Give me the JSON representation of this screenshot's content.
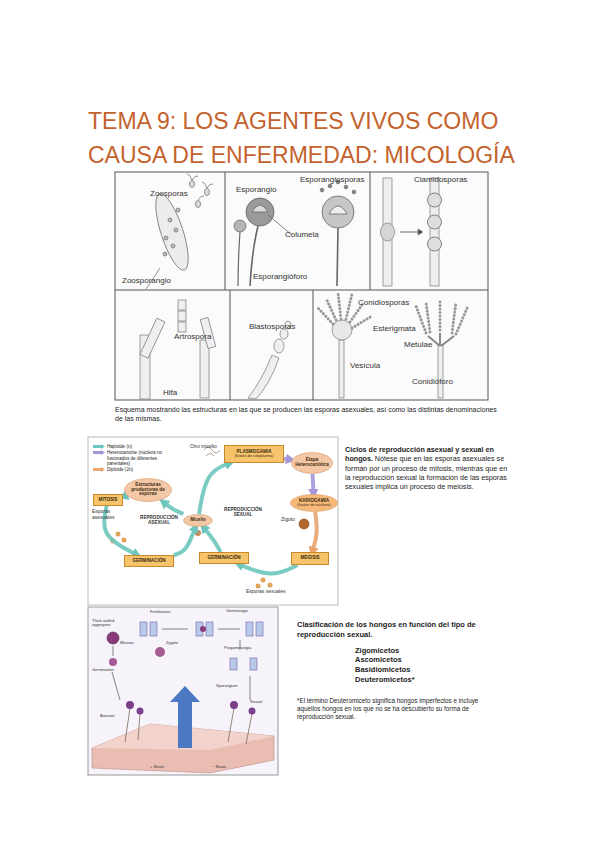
{
  "diagram": {
    "title": "TEMA 9: LOS AGENTES VIVOS COMO CAUSA DE ENFERMEDAD: MICOLOGÍA",
    "caption": "Esquema mostrando las estructuras en las que se producen las esporas asexuales, así como las distintas denominaciones de las mismas.",
    "nodes": [
      {
        "text": [
          "PLASMOGAMIA",
          "(fusión de citoplasma)"
        ]
      },
      {
        "text": [
          "Etapa Heterocariótica"
        ]
      },
      {
        "text": [
          "KARIOGAMIA",
          "(fusión de núcleos)"
        ]
      },
      {
        "text": [
          "MEIOSIS"
        ]
      },
      {
        "text": [
          "GERMINACIÓN"
        ]
      },
      {
        "text": [
          "Micelio"
        ]
      },
      {
        "text": [
          "GERMINACIÓN"
        ]
      },
      {
        "text": [
          "Estructuras productoras de esporas"
        ]
      },
      {
        "text": [
          "MITOSIS"
        ]
      }
    ],
    "edges": [
      {
        "from": 5,
        "to": 7,
        "arrow": "to"
      },
      {
        "from": 7,
        "to": 8,
        "arrow": "to"
      },
      {
        "from": 8,
        "to": 6,
        "arrow": "to"
      },
      {
        "from": 6,
        "to": 5,
        "arrow": "to"
      },
      {
        "from": 5,
        "to": 0,
        "arrow": "to"
      },
      {
        "from": 0,
        "to": 1,
        "arrow": "to"
      },
      {
        "from": 1,
        "to": 2,
        "arrow": "to"
      },
      {
        "from": 2,
        "to": 3,
        "arrow": "to"
      },
      {
        "from": 3,
        "to": 4,
        "arrow": "to"
      },
      {
        "from": 4,
        "to": 5,
        "arrow": "to"
      }
    ],
    "labels": [
      "Zoosporas",
      "Zoosporangio",
      "Esporangio",
      "Esporangiosporas",
      "Columela",
      "Esporangióforo",
      "Clamidosporas",
      "Artrospora",
      "Hifa",
      "Blastosporas",
      "Conidiosporas",
      "Esterigmata",
      "Metulae",
      "Vesícula",
      "Conidióforo",
      "Otro micelio",
      "Zigoto",
      "Esporas asexuales",
      "Esporas sexuales",
      "REPRODUCCIÓN ASEXUAL",
      "REPRODUCCIÓN SEXUAL",
      "Ciclos de reproducción asexual y sexual en hongos.",
      "Nótese que en las esporas asexuales se forman por un proceso de mitosis, mientras que en la reproducción sexual la formación de las esporas sexuales implica un proceso de meiosis.",
      "Fertilization",
      "Gametangia",
      "Thick-walled zygospore",
      "Meiosis",
      "Zygote",
      "Germination",
      "Progametangia",
      "Sporangium",
      "Asexual",
      "Sexual",
      "+ Strain",
      "− Strain",
      "Clasificación de los hongos en función del tipo de reproducción sexual.",
      "Zigomicetos",
      "Ascomicetos",
      "Basidiomicetos",
      "Deuteromicetos*",
      "*El término Deuteromiceto significa hongos imperfectos e incluye aquellos hongos en los que no se ha descubierto su forma de reproducción sexual."
    ],
    "legend": [
      {
        "text": "Haploide (n)",
        "color": "#6cc6bd"
      },
      {
        "text": "Heterocarionte (núcleos no fusionados de diferentes parentales)",
        "color": "#a496d8"
      },
      {
        "text": "Diploide (2n)",
        "color": "#eaa46e"
      }
    ]
  }
}
